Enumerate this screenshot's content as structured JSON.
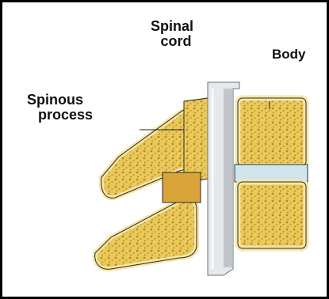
{
  "labels": {
    "spinal_cord": [
      "Spinal",
      "cord"
    ],
    "body": "Body",
    "spinous_process": [
      "Spinous",
      "process"
    ]
  },
  "colors": {
    "bone_fill": "#e9c95a",
    "bone_dark": "#c99b2c",
    "bone_edge": "#f6e6a8",
    "cord": "#e6e8ea",
    "cord_shadow": "#b9bcc0",
    "disc": "#cfe6ef",
    "outline": "#2a2a2a"
  }
}
